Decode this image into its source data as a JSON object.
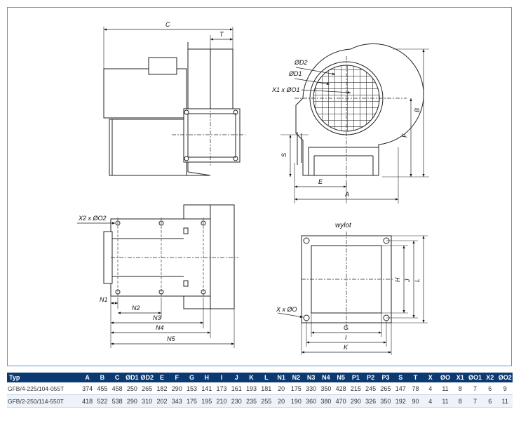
{
  "drawing": {
    "labels": {
      "C": "C",
      "T": "T",
      "B": "B",
      "F": "F",
      "S": "S",
      "E": "E",
      "A": "A",
      "D2": "ØD2",
      "D1": "ØD1",
      "X1O1": "X1 x ØO1",
      "X2O2": "X2 x ØO2",
      "N1": "N1",
      "N2": "N2",
      "N3": "N3",
      "N4": "N4",
      "N5": "N5",
      "wylot": "wylot",
      "H": "H",
      "J": "J",
      "L": "L",
      "G": "G",
      "I": "I",
      "K": "K",
      "XO": "X x ØO"
    }
  },
  "table": {
    "headers": [
      "Typ",
      "A",
      "B",
      "C",
      "ØD1",
      "ØD2",
      "E",
      "F",
      "G",
      "H",
      "I",
      "J",
      "K",
      "L",
      "N1",
      "N2",
      "N3",
      "N4",
      "N5",
      "P1",
      "P2",
      "P3",
      "S",
      "T",
      "X",
      "ØO",
      "X1",
      "ØO1",
      "X2",
      "ØO2"
    ],
    "rows": [
      [
        "GFB/4-225/104-055T",
        "374",
        "455",
        "458",
        "250",
        "265",
        "182",
        "290",
        "153",
        "141",
        "173",
        "161",
        "193",
        "181",
        "20",
        "175",
        "330",
        "350",
        "428",
        "215",
        "245",
        "265",
        "147",
        "78",
        "4",
        "11",
        "8",
        "7",
        "6",
        "9"
      ],
      [
        "GFB/2-250/114-550T",
        "418",
        "522",
        "538",
        "290",
        "310",
        "202",
        "343",
        "175",
        "195",
        "210",
        "230",
        "235",
        "255",
        "20",
        "190",
        "360",
        "380",
        "470",
        "290",
        "326",
        "350",
        "192",
        "90",
        "4",
        "11",
        "8",
        "7",
        "6",
        "11"
      ]
    ]
  }
}
